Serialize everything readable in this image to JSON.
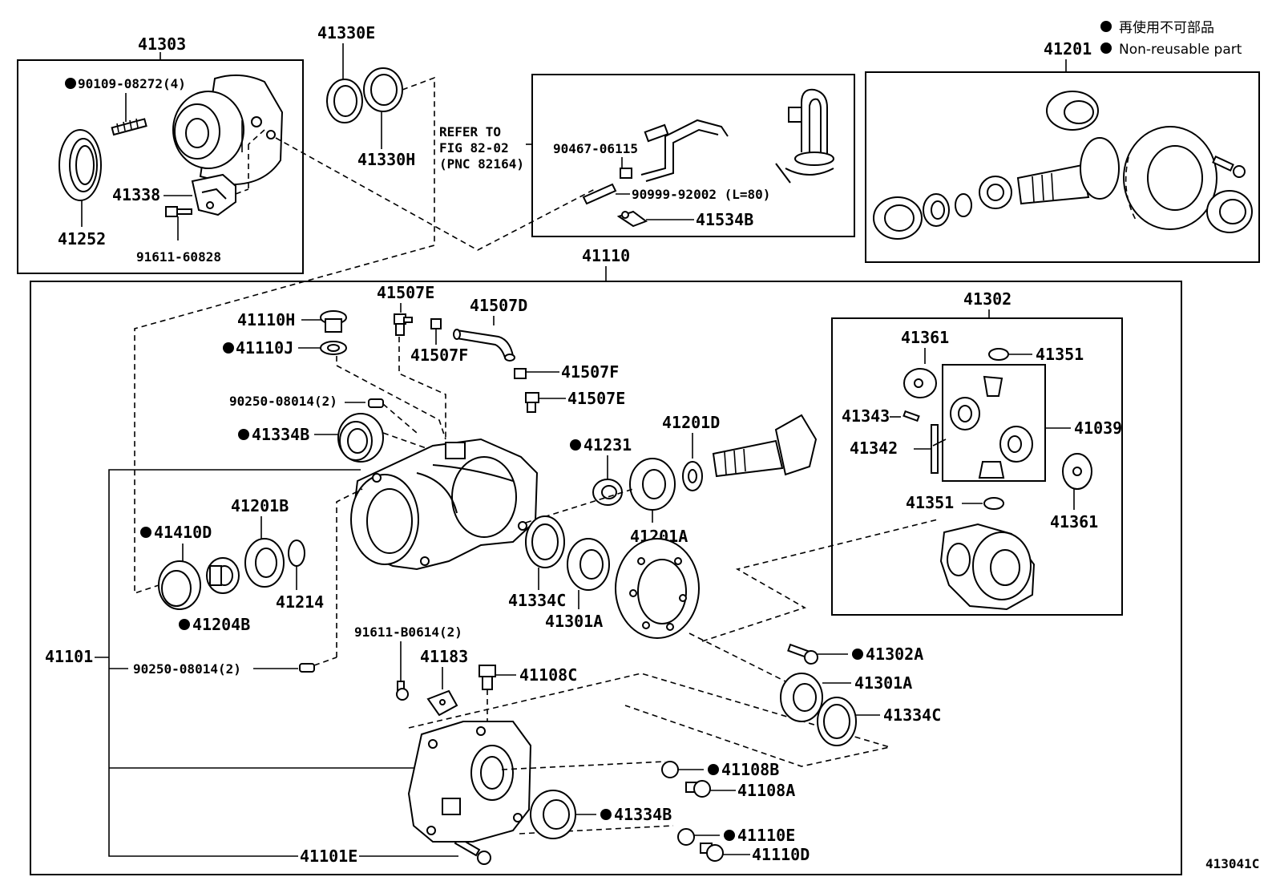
{
  "legend": {
    "jp_text": "再使用不可部品",
    "en_text": "Non-reusable part"
  },
  "figure_code": "413041C",
  "refer": {
    "line1": "REFER TO",
    "line2": "FIG 82-02",
    "line3": "(PNC 82164)"
  },
  "parts": {
    "p41303": "41303",
    "p90109": "90109-08272(4)",
    "p41338": "41338",
    "p41252": "41252",
    "p91611_60828": "91611-60828",
    "p41330E": "41330E",
    "p41330H": "41330H",
    "p90467": "90467-06115",
    "p90999": "90999-92002 (L=80)",
    "p41534B": "41534B",
    "p41201": "41201",
    "p41110": "41110",
    "p41110H": "41110H",
    "p41110J": "41110J",
    "p41507E_top": "41507E",
    "p41507F_top": "41507F",
    "p41507D": "41507D",
    "p41507F": "41507F",
    "p41507E": "41507E",
    "p90250_a": "90250-08014(2)",
    "p41334B_top": "41334B",
    "p41231": "41231",
    "p41201D": "41201D",
    "p41201A": "41201A",
    "p41410D": "41410D",
    "p41201B": "41201B",
    "p41214": "41214",
    "p41204B": "41204B",
    "p41334C_a": "41334C",
    "p41301A_a": "41301A",
    "p41101": "41101",
    "p90250_b": "90250-08014(2)",
    "p91611_B0614": "91611-B0614(2)",
    "p41183": "41183",
    "p41108C": "41108C",
    "p41302": "41302",
    "p41361_a": "41361",
    "p41351_a": "41351",
    "p41343": "41343",
    "p41342": "41342",
    "p41039": "41039",
    "p41351_b": "41351",
    "p41361_b": "41361",
    "p41302A": "41302A",
    "p41301A_b": "41301A",
    "p41334C_b": "41334C",
    "p41108B": "41108B",
    "p41108A": "41108A",
    "p41334B_bot": "41334B",
    "p41110E": "41110E",
    "p41110D": "41110D",
    "p41101E": "41101E"
  }
}
